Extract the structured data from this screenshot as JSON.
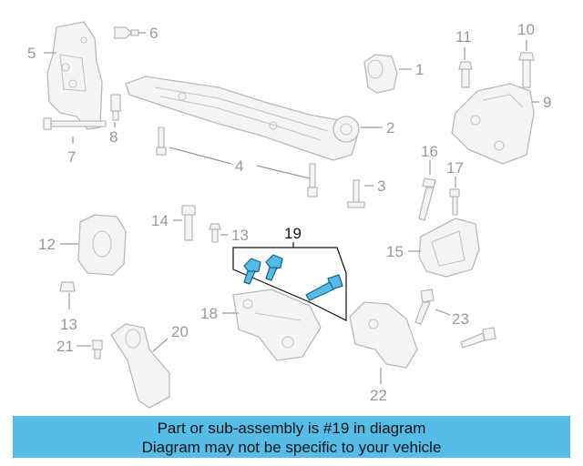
{
  "diagram": {
    "callouts": [
      "1",
      "2",
      "3",
      "4",
      "5",
      "6",
      "7",
      "8",
      "9",
      "10",
      "11",
      "12",
      "13",
      "14",
      "15",
      "16",
      "17",
      "18",
      "19",
      "20",
      "21",
      "22",
      "23"
    ],
    "highlighted_callout": "19",
    "highlight_color": "#55bce6"
  },
  "notice": {
    "background": "#55bde8",
    "line1": "Part or sub-assembly is #19 in diagram",
    "line2": "Diagram may not be specific to your vehicle"
  }
}
